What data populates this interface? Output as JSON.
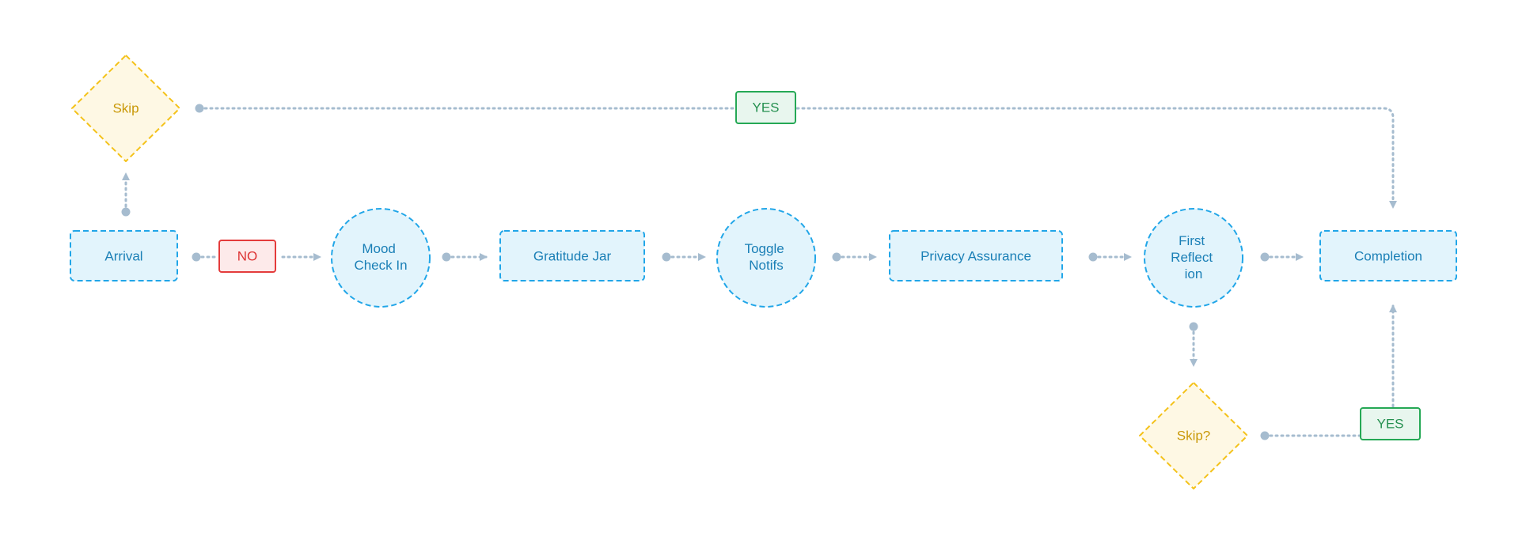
{
  "colors": {
    "process_fill": "#e2f4fc",
    "process_stroke": "#21a6e8",
    "process_text": "#1a7fb6",
    "decision_fill": "#fef8e4",
    "decision_stroke": "#f4c21a",
    "decision_text": "#c99806",
    "yes_fill": "#e8f6ee",
    "yes_stroke": "#25a855",
    "yes_text": "#259050",
    "no_fill": "#fdeaea",
    "no_stroke": "#e43b3b",
    "no_text": "#dd3434",
    "connector": "#a6bccf"
  },
  "nodes": {
    "arrival": "Arrival",
    "mood_check_in": [
      "Mood",
      "Check In"
    ],
    "gratitude_jar": "Gratitude Jar",
    "toggle_notifs": [
      "Toggle",
      "Notifs"
    ],
    "privacy_assurance": "Privacy Assurance",
    "first_reflection": [
      "First",
      "Reflect",
      "ion"
    ],
    "completion": "Completion",
    "skip": "Skip",
    "skip_q": "Skip?"
  },
  "badges": {
    "no": "NO",
    "yes_top": "YES",
    "yes_bottom": "YES"
  }
}
